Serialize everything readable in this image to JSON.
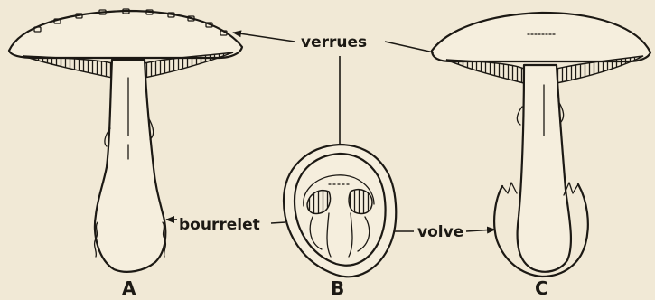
{
  "labels": {
    "verrues": "verrues",
    "bourrelet": "bourrelet",
    "volve": "volve",
    "fig_a": "A",
    "fig_b": "B",
    "fig_c": "C"
  },
  "colors": {
    "paper": "#f1e9d6",
    "ink": "#1c1914"
  }
}
